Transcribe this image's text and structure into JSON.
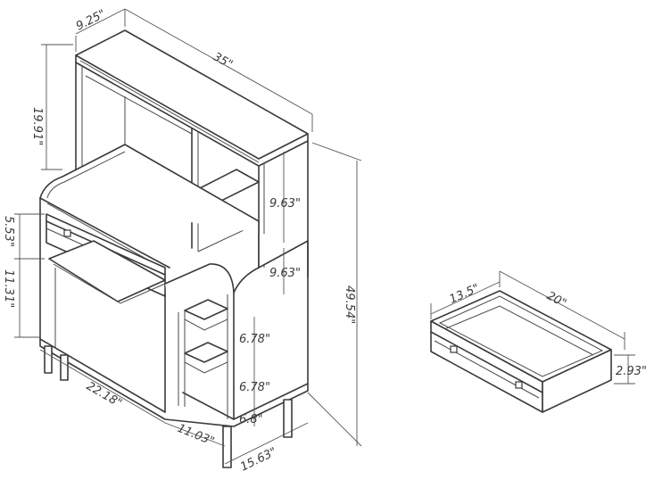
{
  "dimensions": {
    "hutch_depth": "9.25\"",
    "hutch_width": "35\"",
    "hutch_height": "19.91\"",
    "upper_cubby_height": "9.63\"",
    "lower_cubby_height": "9.63\"",
    "drawer_front_height": "5.53\"",
    "open_shelf_height": "11.31\"",
    "total_height": "49.54\"",
    "shelf_height_1": "6.78\"",
    "shelf_height_2": "6.78\"",
    "bottom_shelf_height": "6.8\"",
    "base_width": "22.18\"",
    "side_section_width": "11.03\"",
    "base_depth": "15.63\"",
    "drawer_depth": "13.5\"",
    "drawer_width": "20\"",
    "drawer_height": "2.93\""
  }
}
